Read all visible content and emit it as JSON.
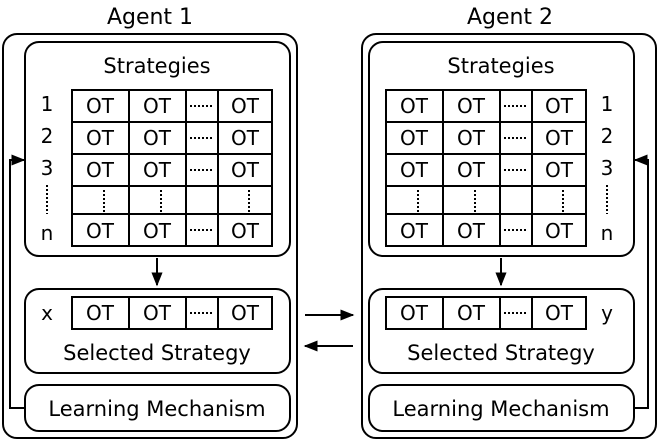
{
  "agents": [
    {
      "title": "Agent 1",
      "strategies_title": "Strategies",
      "row_labels": [
        "1",
        "2",
        "3",
        "n"
      ],
      "selected_label": "x",
      "selected_title": "Selected Strategy",
      "learning": "Learning Mechanism"
    },
    {
      "title": "Agent 2",
      "strategies_title": "Strategies",
      "row_labels": [
        "1",
        "2",
        "3",
        "n"
      ],
      "selected_label": "y",
      "selected_title": "Selected Strategy",
      "learning": "Learning Mechanism"
    }
  ],
  "cell_text": "OT"
}
